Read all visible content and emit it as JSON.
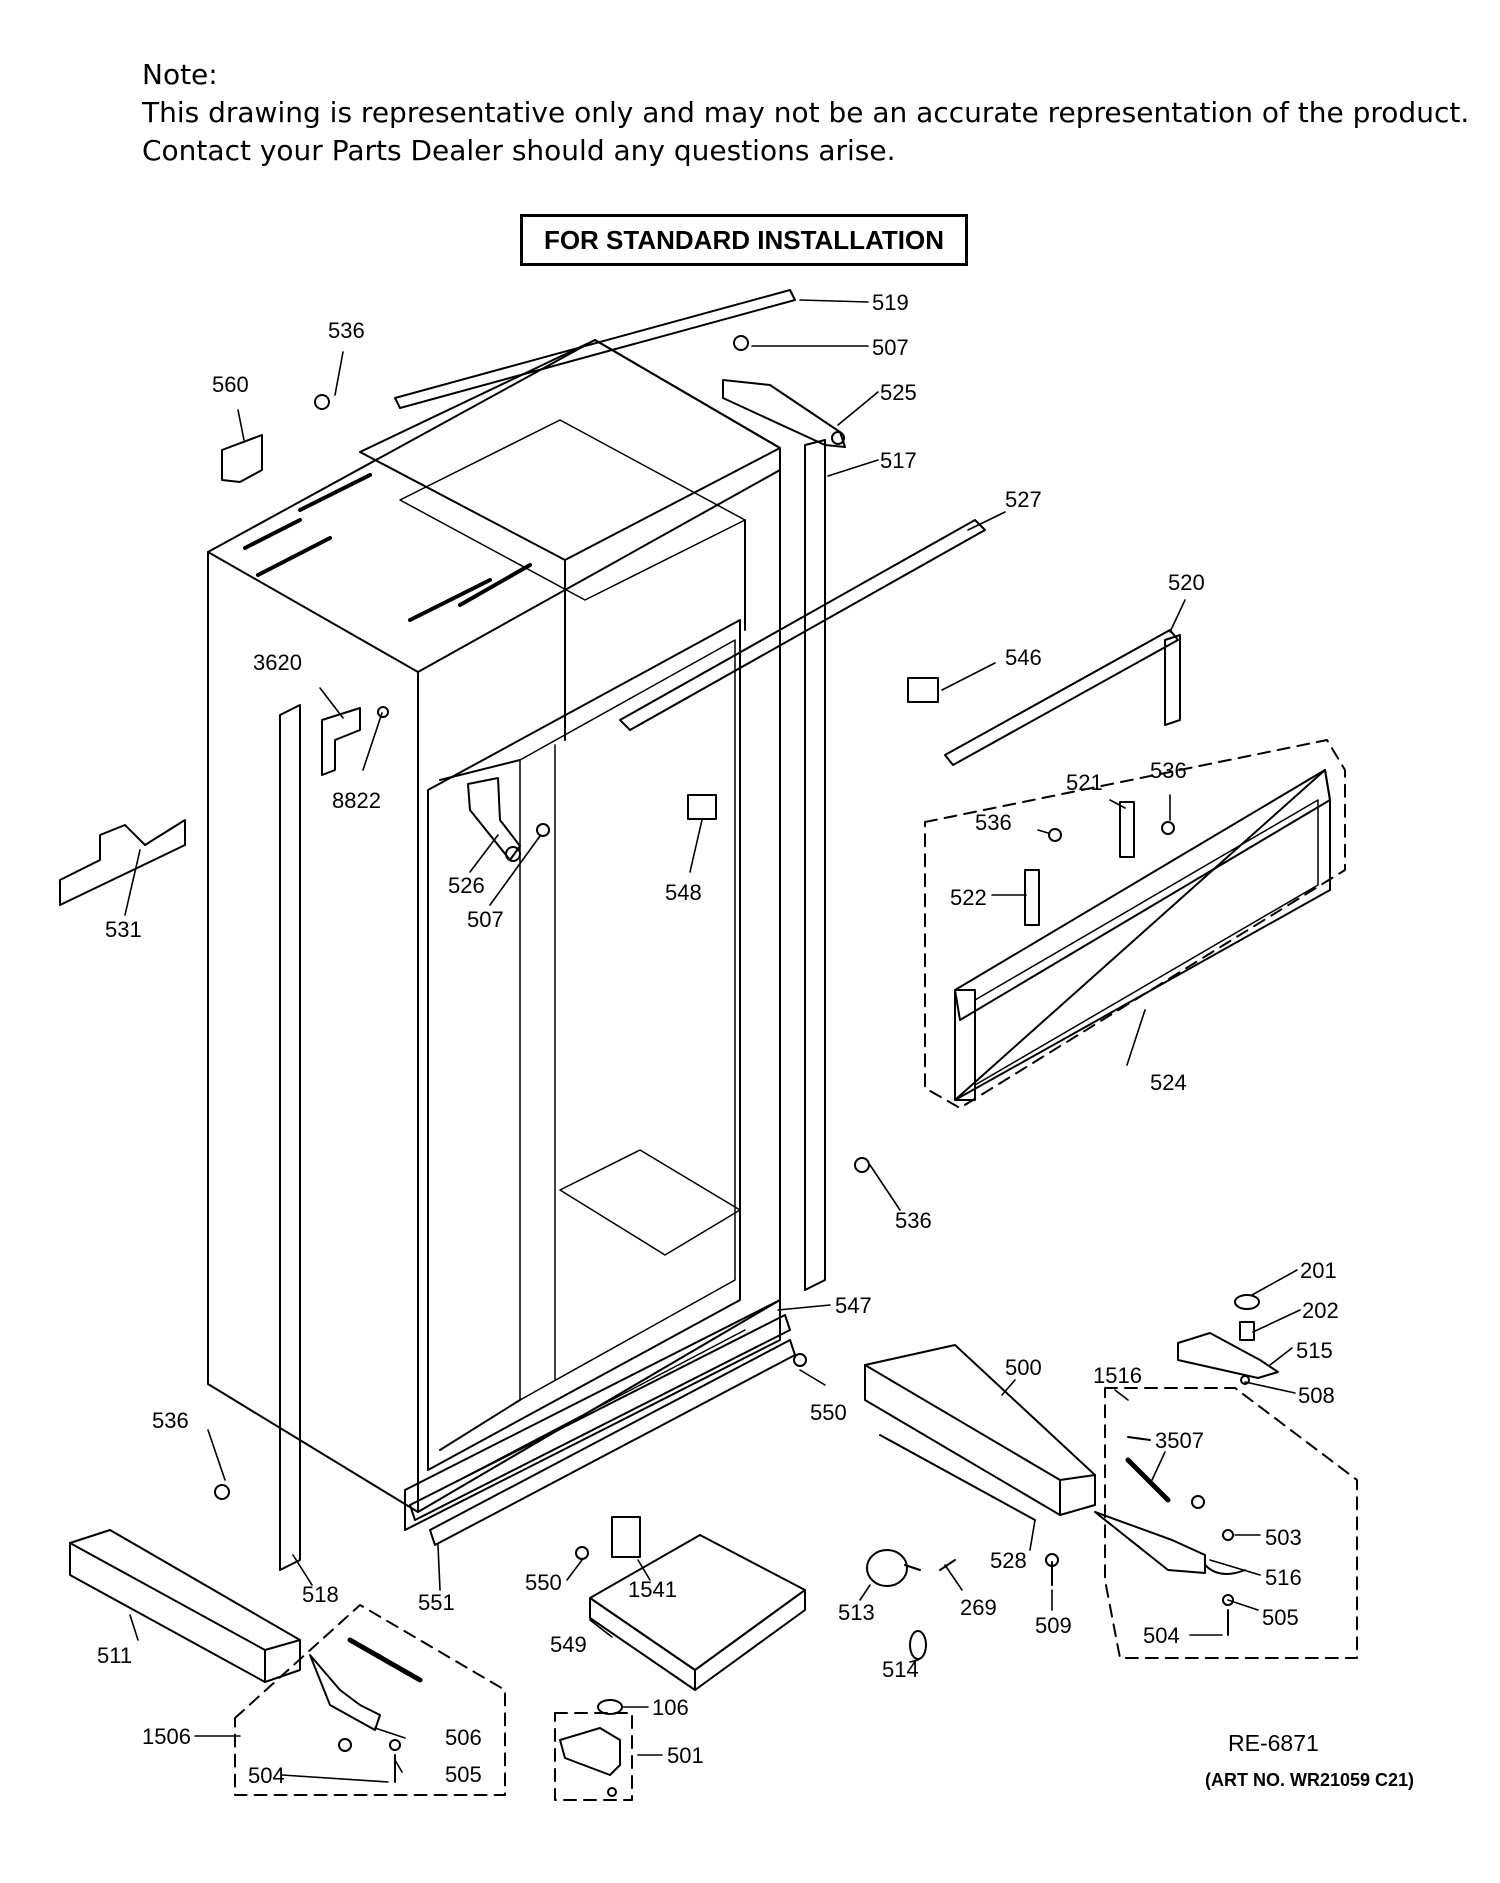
{
  "note": {
    "heading": "Note:",
    "line1": "This drawing is representative only and may not be an accurate representation of the product.",
    "line2": "Contact your Parts Dealer should any questions arise."
  },
  "title": "FOR STANDARD INSTALLATION",
  "reference": "RE-6871",
  "art_number": "(ART NO. WR21059 C21)",
  "part_labels": {
    "p519": "519",
    "p507a": "507",
    "p525": "525",
    "p517": "517",
    "p536a": "536",
    "p560": "560",
    "p527": "527",
    "p520": "520",
    "p546": "546",
    "p3620": "3620",
    "p8822": "8822",
    "p521": "521",
    "p536b": "536",
    "p536c": "536",
    "p522": "522",
    "p526": "526",
    "p507b": "507",
    "p548": "548",
    "p531": "531",
    "p524": "524",
    "p536d": "536",
    "p201": "201",
    "p202": "202",
    "p547": "547",
    "p515": "515",
    "p500": "500",
    "p1516": "1516",
    "p508": "508",
    "p536e": "536",
    "p550a": "550",
    "p3507": "3507",
    "p503": "503",
    "p516": "516",
    "p518": "518",
    "p551": "551",
    "p550b": "550",
    "p1541": "1541",
    "p528": "528",
    "p269": "269",
    "p513": "513",
    "p509": "509",
    "p505a": "505",
    "p504a": "504",
    "p511": "511",
    "p549": "549",
    "p514": "514",
    "p106": "106",
    "p1506": "1506",
    "p506": "506",
    "p501": "501",
    "p505b": "505",
    "p504b": "504"
  }
}
